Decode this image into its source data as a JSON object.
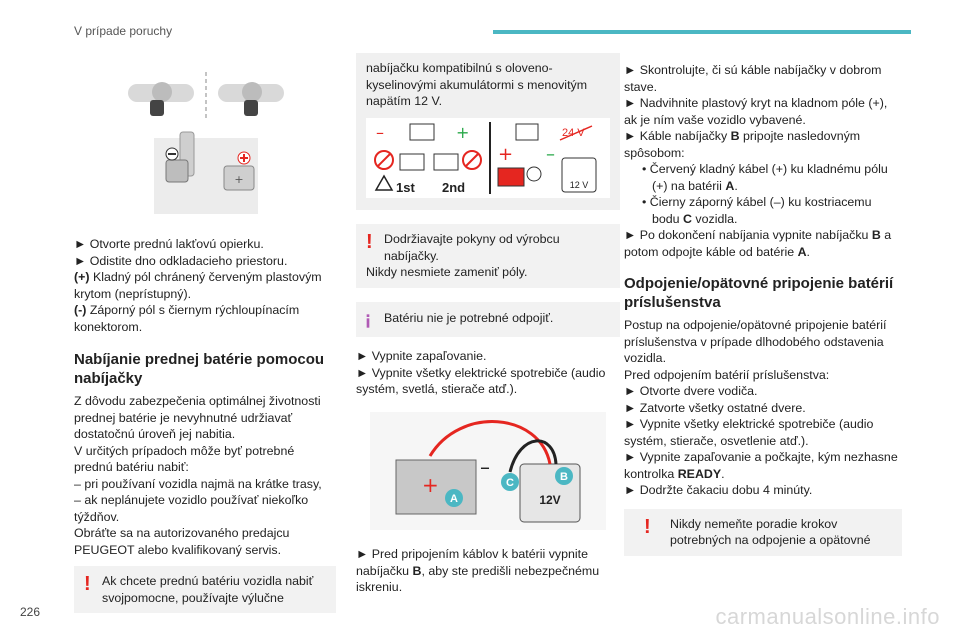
{
  "header": {
    "title": "V prípade poruchy"
  },
  "footer": {
    "page": "226",
    "watermark": "carmanualsonline.info"
  },
  "colors": {
    "accent": "#4bb7c3",
    "warning": "#e52620",
    "info": "#b05ab5"
  },
  "col1": {
    "p1": "► Otvorte prednú lakťovú opierku.",
    "p2": "► Odistite dno odkladacieho priestoru.",
    "p3_bold": "(+)",
    "p3": " Kladný pól chránený červeným plastovým krytom (neprístupný).",
    "p4_bold": "(-)",
    "p4": " Záporný pól s čiernym rýchloupínacím konektorom.",
    "heading": "Nabíjanie prednej batérie pomocou nabíjačky",
    "p5": "Z dôvodu zabezpečenia optimálnej životnosti prednej batérie je nevyhnutné udržiavať dostatočnú úroveň jej nabitia.",
    "p6": "V určitých prípadoch môže byť potrebné prednú batériu nabiť:",
    "p7": "– pri používaní vozidla najmä na krátke trasy,",
    "p8": "– ak neplánujete vozidlo používať niekoľko týždňov.",
    "p9": "Obráťte sa na autorizovaného predajcu PEUGEOT alebo kvalifikovaný servis.",
    "warn": "Ak chcete prednú batériu vozidla nabiť svojpomocne, používajte výlučne"
  },
  "col2": {
    "box_text": "nabíjačku kompatibilnú s oloveno-kyselinovými akumulátormi s menovitým napätím 12 V.",
    "label_1st": "1st",
    "label_2nd": "2nd",
    "label_24v": "24 V",
    "label_12v": "12 V",
    "warn1": "Dodržiavajte pokyny od výrobcu nabíjačky.",
    "warn2": "Nikdy nesmiete zameniť póly.",
    "info": "Batériu nie je potrebné odpojiť.",
    "p1": "► Vypnite zapaľovanie.",
    "p2": "► Vypnite všetky elektrické spotrebiče (audio systém, svetlá, stierače atď.).",
    "fig_a": "A",
    "fig_b": "B",
    "fig_c": "C",
    "fig_12v": "12V",
    "p3a": "► Pred pripojením káblov k batérii vypnite nabíjačku ",
    "p3b": "B",
    "p3c": ", aby ste predišli nebezpečnému iskreniu."
  },
  "col3": {
    "p1": "► Skontrolujte, či sú káble nabíjačky v dobrom stave.",
    "p2": "► Nadvihnite plastový kryt na kladnom póle (+), ak je ním vaše vozidlo vybavené.",
    "p3a": "► Káble nabíjačky ",
    "p3b": "B",
    "p3c": " pripojte nasledovným spôsobom:",
    "b1a": "• Červený kladný kábel (+) ku kladnému pólu (+) na batérii ",
    "b1b": "A",
    "b1c": ".",
    "b2a": "• Čierny záporný kábel (–) ku kostriacemu bodu ",
    "b2b": "C",
    "b2c": " vozidla.",
    "p4a": "► Po dokončení nabíjania vypnite nabíjačku ",
    "p4b": "B",
    "p4c": " a potom odpojte káble od batérie ",
    "p4d": "A",
    "p4e": ".",
    "heading": "Odpojenie/opätovné pripojenie batérií príslušenstva",
    "p5": "Postup na odpojenie/opätovné pripojenie batérií príslušenstva v prípade dlhodobého odstavenia vozidla.",
    "p6": "Pred odpojením batérií príslušenstva:",
    "p7": "► Otvorte dvere vodiča.",
    "p8": "► Zatvorte všetky ostatné dvere.",
    "p9": "► Vypnite všetky elektrické spotrebiče (audio systém, stierače, osvetlenie atď.).",
    "p10a": "► Vypnite zapaľovanie a počkajte, kým nezhasne kontrolka ",
    "p10b": "READY",
    "p10c": ".",
    "p11": "► Dodržte čakaciu dobu 4 minúty.",
    "warn": "Nikdy nemeňte poradie krokov potrebných na odpojenie a opätovné"
  }
}
